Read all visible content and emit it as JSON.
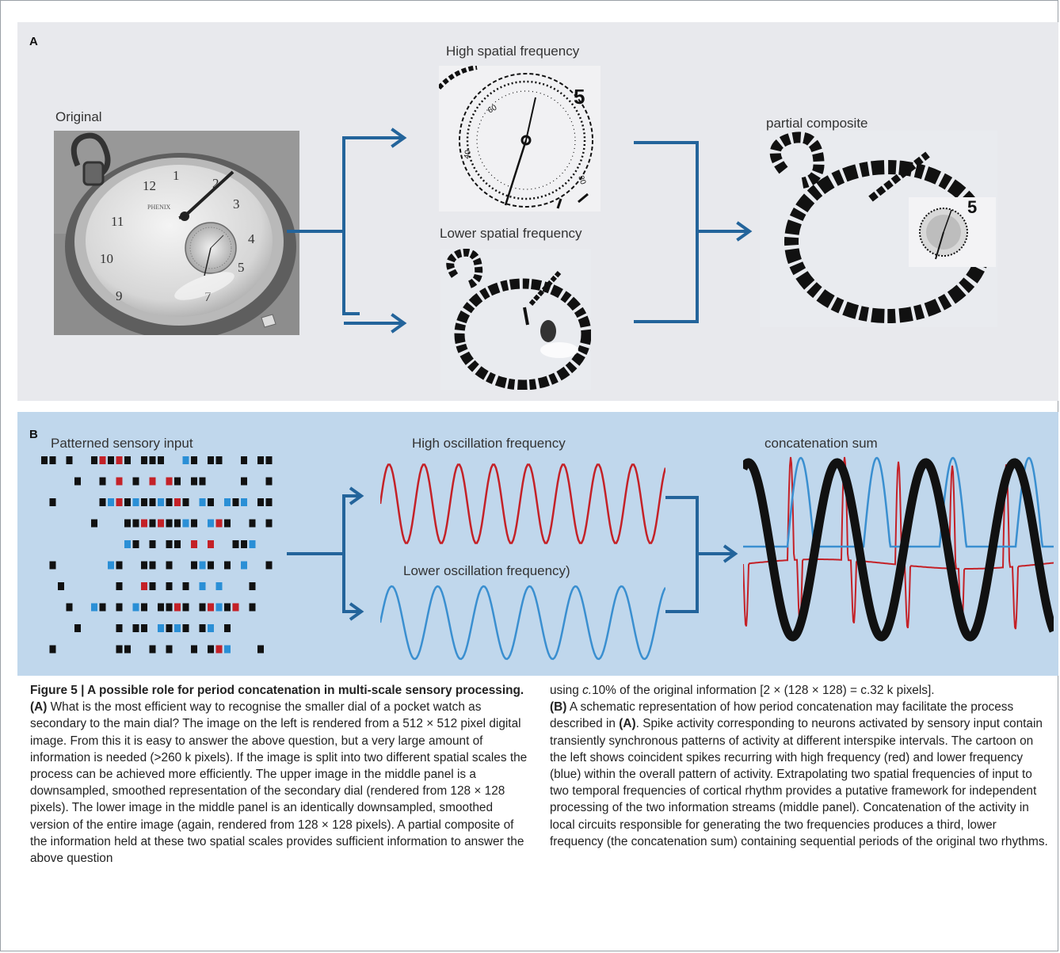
{
  "panel_a": {
    "letter": "A",
    "original_label": "Original",
    "high_label": "High spatial  frequency",
    "low_label": "Lower spatial frequency",
    "composite_label": "partial composite"
  },
  "panel_b": {
    "letter": "B",
    "input_label": "Patterned sensory input",
    "high_label": "High oscillation frequency",
    "low_label": "Lower oscillation frequency)",
    "sum_label": "concatenation sum"
  },
  "colors": {
    "arrow": "#23649b",
    "red_spike": "#c42127",
    "blue_spike": "#2a8fd6",
    "black_spike": "#111111",
    "high_wave": "#c42127",
    "low_wave": "#3a8fd0",
    "panel_a_bg": "#e8e9ed",
    "panel_b_bg": "#c0d7ec"
  },
  "caption": {
    "title": "Figure 5 | A possible role for period concatenation in multi-scale sensory processing.",
    "a_tag": "(A)",
    "a_text": "What is the most efficient way to recognise the smaller dial of a pocket watch as secondary to the main dial? The image on the left is rendered from a 512 × 512 pixel digital image. From this it is easy to answer the above question, but a very large amount of information is needed (>260 k pixels). If the image is split into two different spatial scales the process can be achieved more efficiently. The upper image in the middle panel is a downsampled, smoothed representation of the secondary dial (rendered from 128 × 128 pixels). The lower image in the middle panel is an identically downsampled, smoothed version of the entire image (again, rendered from 128 × 128 pixels). A partial composite of the information held at these two spatial scales provides sufficient information to answer the above question",
    "using_pre": "using ",
    "using_c": "c.",
    "using_post": "10% of the original information [2 × (128 × 128) = c.32 k pixels].",
    "b_tag": "(B)",
    "b_text_1": "A schematic representation of how period concatenation may facilitate the process described in",
    "b_ref": "(A)",
    "b_text_2": ". Spike activity corresponding to neurons activated by sensory input contain transiently synchronous patterns of activity at different interspike intervals. The cartoon on the left shows coincident spikes recurring with high frequency (red) and lower frequency (blue) within the overall pattern of activity. Extrapolating two spatial frequencies of input to two temporal frequencies of cortical rhythm provides a putative framework for independent processing of the two information streams (middle panel). Concatenation of the activity in local circuits responsible for generating the two frequencies produces a third, lower frequency (the concatenation sum) containing sequential periods of the original two rhythms."
  }
}
